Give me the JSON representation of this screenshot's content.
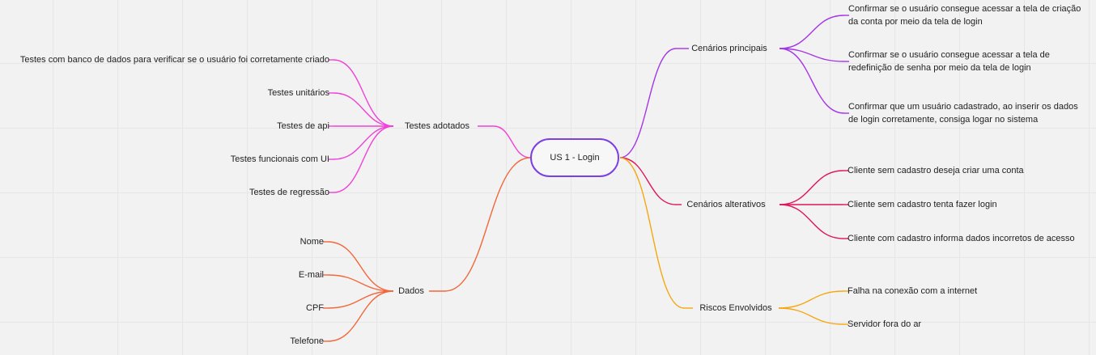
{
  "root": {
    "label": "US 1 - Login"
  },
  "branches": {
    "principais": {
      "label": "Cenários principais",
      "color": "#a336e8",
      "children": [
        "Confirmar se o usuário consegue acessar a tela de criação da conta por meio da tela de login",
        "Confirmar se o usuário consegue acessar a tela de redefinição de senha por meio da tela de login",
        "Confirmar que um usuário cadastrado, ao inserir os dados de login corretamente, consiga logar no sistema"
      ]
    },
    "alterativos": {
      "label": "Cenários alterativos",
      "color": "#e0145a",
      "children": [
        "Cliente sem cadastro deseja criar uma conta",
        "Cliente sem cadastro tenta fazer login",
        "Cliente com cadastro informa dados incorretos de acesso"
      ]
    },
    "riscos": {
      "label": "Riscos Envolvidos",
      "color": "#f5a70f",
      "children": [
        "Falha na conexão com a internet",
        "Servidor fora do ar"
      ]
    },
    "testes": {
      "label": "Testes adotados",
      "color": "#f041d8",
      "children": [
        "Testes com banco de dados para verificar se o usuário foi corretamente criado",
        "Testes unitários",
        "Testes de api",
        "Testes funcionais com UI",
        "Testes de regressão"
      ]
    },
    "dados": {
      "label": "Dados",
      "color": "#f2683a",
      "children": [
        "Nome",
        "E-mail",
        "CPF",
        "Telefone"
      ]
    }
  }
}
